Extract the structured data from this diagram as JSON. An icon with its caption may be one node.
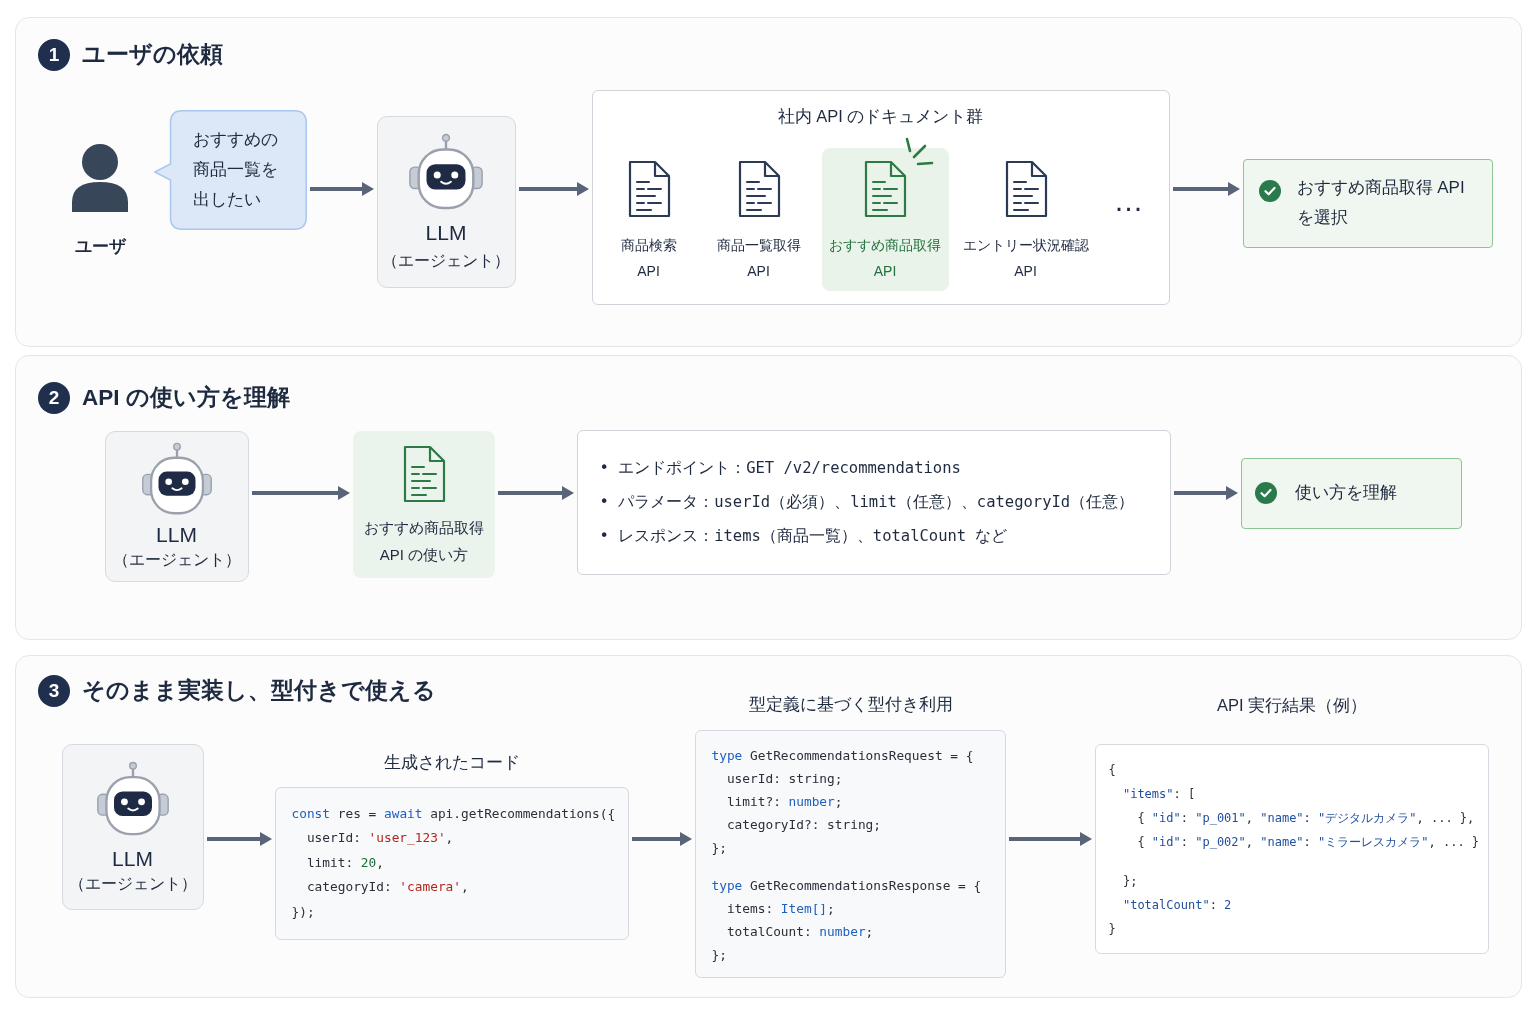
{
  "diagram": {
    "nodes": [
      {
        "text": [
          "1",
          "ユーザの依頼"
        ]
      },
      {
        "text": [
          "ユーザ"
        ],
        "in": 0
      },
      {
        "text": [
          "おすすめの商品一覧を出したい"
        ],
        "in": 0
      },
      {
        "text": [
          "LLM",
          "（エージェント）"
        ],
        "in": 0
      },
      {
        "text": [
          "社内 API のドキュメント群",
          "…"
        ],
        "in": 0
      },
      {
        "text": [
          "商品検索 API"
        ],
        "in": 4
      },
      {
        "text": [
          "商品一覧取得 API"
        ],
        "in": 4
      },
      {
        "text": [
          "おすすめ商品取得 API"
        ],
        "in": 4
      },
      {
        "text": [
          "エントリー状況確認 API"
        ],
        "in": 4
      },
      {
        "text": [
          "おすすめ商品取得 API を選択"
        ],
        "in": 0
      },
      {
        "text": [
          "2",
          "API の使い方を理解"
        ]
      },
      {
        "text": [
          "LLM",
          "（エージェント）"
        ],
        "in": 10
      },
      {
        "text": [
          "おすすめ商品取得 API の使い方"
        ],
        "in": 10
      },
      {
        "text": [
          "• エンドポイント：GET /v2/recommendations",
          "• パラメータ：userId（必須）、limit（任意）、categoryId（任意）",
          "• レスポンス：items（商品一覧）、totalCount など"
        ],
        "in": 10
      },
      {
        "text": [
          "使い方を理解"
        ],
        "in": 10
      },
      {
        "text": [
          "3",
          "そのまま実装し、型付きで使える"
        ]
      },
      {
        "text": [
          "LLM",
          "（エージェント）"
        ],
        "in": 15
      },
      {
        "text": [
          "生成されたコード",
          "const res = await api.getRecommendations({",
          "userId: 'user_123',",
          "limit: 20,",
          "categoryId: 'camera',",
          "});"
        ],
        "in": 15
      },
      {
        "text": [
          "型定義に基づく型付き利用",
          "type GetRecommendationsRequest = {",
          "userId: string;",
          "limit?: number;",
          "categoryId?: string;",
          "};",
          "type GetRecommendationsResponse = {",
          "items: Item[];",
          "totalCount: number;",
          "};"
        ],
        "in": 15
      },
      {
        "text": [
          "API 実行結果（例）",
          "{",
          "\"items\": [",
          "{ \"id\": \"p_001\", \"name\": \"デジタルカメラ\", ... },",
          "{ \"id\": \"p_002\", \"name\": \"ミラーレスカメラ\", ... }",
          "};",
          "\"totalCount\": 2",
          "}"
        ],
        "in": 15
      }
    ],
    "edges": [
      {
        "from": 2,
        "to": 3,
        "arrow": "to"
      },
      {
        "from": 3,
        "to": 4,
        "arrow": "to"
      },
      {
        "from": 4,
        "to": 9,
        "arrow": "to"
      },
      {
        "from": 11,
        "to": 12,
        "arrow": "to"
      },
      {
        "from": 12,
        "to": 13,
        "arrow": "to"
      },
      {
        "from": 13,
        "to": 14,
        "arrow": "to"
      },
      {
        "from": 16,
        "to": 17,
        "arrow": "to"
      },
      {
        "from": 17,
        "to": 18,
        "arrow": "to"
      },
      {
        "from": 18,
        "to": 19,
        "arrow": "to"
      }
    ]
  }
}
